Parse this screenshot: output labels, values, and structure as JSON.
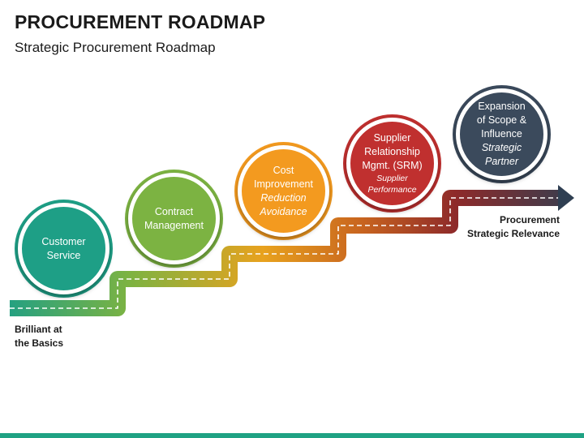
{
  "header": {
    "title": "PROCUREMENT ROADMAP",
    "subtitle": "Strategic Procurement Roadmap"
  },
  "colors": {
    "teal": "#1e9f86",
    "green": "#7cb342",
    "orange": "#f39a1f",
    "red": "#c0302f",
    "navy": "#3b4a5c",
    "accent_bar": "#1fa283"
  },
  "milestones": [
    {
      "line1": "Customer",
      "line2": "Service",
      "line3": "",
      "line4": ""
    },
    {
      "line1": "Contract",
      "line2": "Management",
      "line3": "",
      "line4": ""
    },
    {
      "line1": "Cost",
      "line2": "Improvement",
      "line3": "Reduction",
      "line4": "Avoidance"
    },
    {
      "line1": "Supplier",
      "line2": "Relationship",
      "line3": "Mgmt. (SRM)",
      "line4": "Supplier",
      "line5": "Performance"
    },
    {
      "line1": "Expansion",
      "line2": "of Scope &",
      "line3": "Influence",
      "line4": "Strategic",
      "line5": "Partner"
    }
  ],
  "labels": {
    "start_line1": "Brilliant at",
    "start_line2": "the Basics",
    "end_line1": "Procurement",
    "end_line2": "Strategic Relevance"
  }
}
